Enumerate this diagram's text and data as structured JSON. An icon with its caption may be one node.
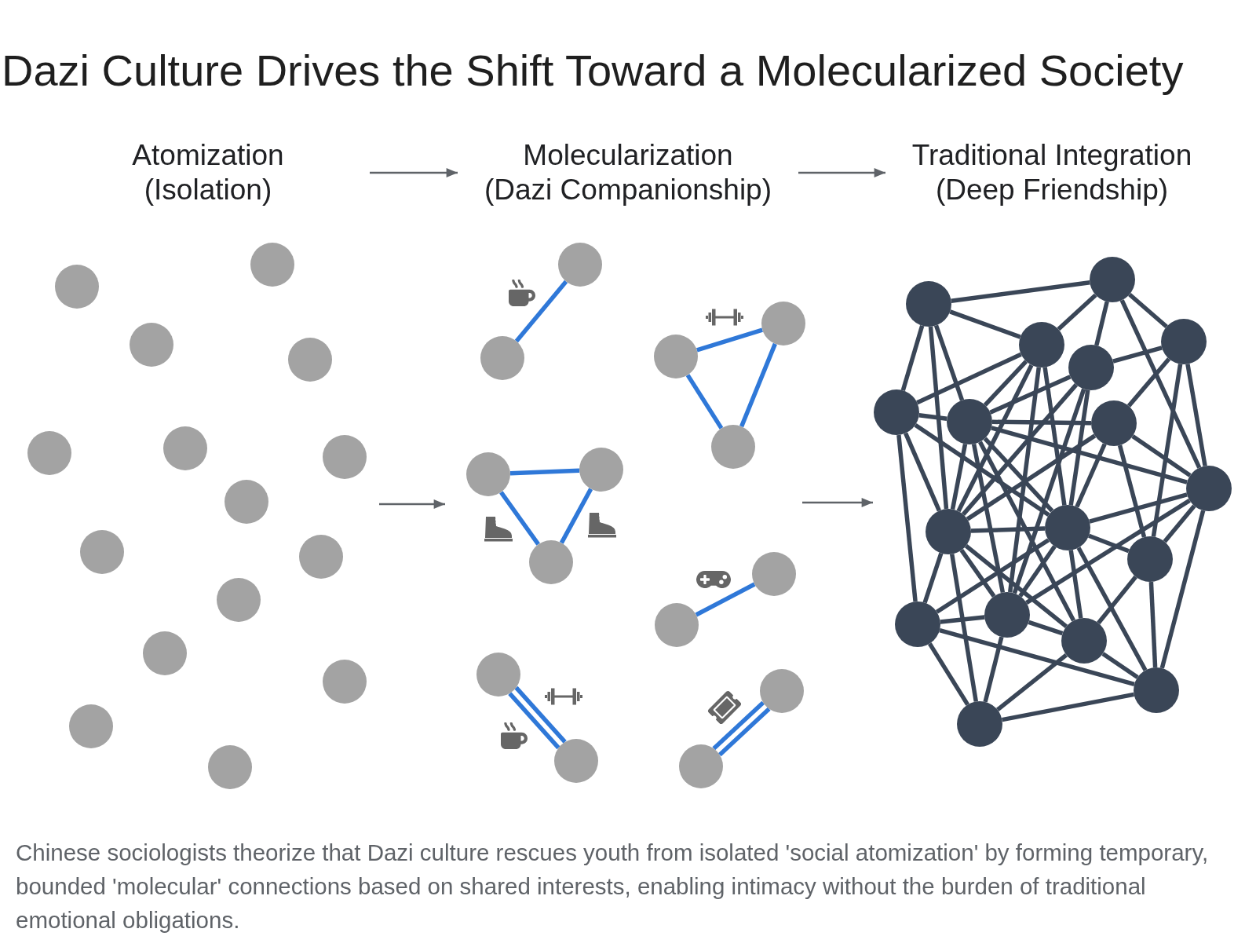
{
  "diagram": {
    "title": "Dazi Culture Drives the Shift Toward a Molecularized Society",
    "caption": "Chinese sociologists theorize that Dazi culture rescues youth from isolated 'social atomization' by forming temporary, bounded 'molecular' connections based on shared interests, enabling intimacy without the burden of traditional emotional obligations.",
    "nodes": [
      {
        "text": [
          "Atomization",
          "(Isolation)"
        ]
      },
      {
        "text": [
          "Molecularization",
          "(Dazi Companionship)"
        ]
      },
      {
        "text": [
          "Traditional Integration",
          "(Deep Friendship)"
        ]
      },
      {
        "text": [],
        "shape": "circle"
      },
      {
        "text": [],
        "shape": "circle"
      },
      {
        "text": [],
        "shape": "circle"
      },
      {
        "text": [],
        "shape": "circle"
      },
      {
        "text": [],
        "shape": "circle"
      },
      {
        "text": [],
        "shape": "circle"
      },
      {
        "text": [],
        "shape": "circle"
      },
      {
        "text": [],
        "shape": "circle"
      },
      {
        "text": [],
        "shape": "circle"
      },
      {
        "text": [],
        "shape": "circle"
      },
      {
        "text": [],
        "shape": "circle"
      },
      {
        "text": [],
        "shape": "circle"
      },
      {
        "text": [],
        "shape": "circle"
      },
      {
        "text": [],
        "shape": "circle"
      },
      {
        "text": [],
        "shape": "circle"
      },
      {
        "text": [],
        "shape": "circle"
      },
      {
        "text": [],
        "shape": "circle"
      },
      {
        "text": [],
        "shape": "circle"
      },
      {
        "text": [],
        "shape": "circle"
      },
      {
        "text": [],
        "shape": "circle"
      },
      {
        "text": [],
        "shape": "circle"
      },
      {
        "text": [],
        "shape": "circle"
      },
      {
        "text": [],
        "shape": "circle"
      },
      {
        "text": [],
        "shape": "circle"
      },
      {
        "text": [],
        "shape": "circle"
      },
      {
        "text": [],
        "shape": "circle"
      },
      {
        "text": [],
        "shape": "circle"
      },
      {
        "text": [],
        "shape": "circle"
      },
      {
        "text": [],
        "shape": "circle"
      },
      {
        "text": [],
        "shape": "circle"
      },
      {
        "text": [],
        "shape": "circle"
      },
      {
        "text": [],
        "shape": "circle"
      },
      {
        "text": [],
        "shape": "circle"
      },
      {
        "text": [],
        "shape": "circle"
      },
      {
        "text": [],
        "shape": "circle"
      },
      {
        "text": [],
        "shape": "circle"
      },
      {
        "text": [],
        "shape": "circle"
      },
      {
        "text": [],
        "shape": "circle"
      },
      {
        "text": [],
        "shape": "circle"
      },
      {
        "text": [],
        "shape": "circle"
      },
      {
        "text": [],
        "shape": "circle"
      },
      {
        "text": [],
        "shape": "circle"
      },
      {
        "text": [],
        "shape": "circle"
      },
      {
        "text": [],
        "shape": "circle"
      },
      {
        "text": [],
        "shape": "circle"
      },
      {
        "text": [],
        "shape": "circle"
      }
    ],
    "edges": [
      {
        "from": 0,
        "to": 1,
        "arrow": "to",
        "color": "#5f6368"
      },
      {
        "from": 1,
        "to": 2,
        "arrow": "to",
        "color": "#5f6368"
      },
      {
        "from": 18,
        "to": 19,
        "arrow": "none",
        "color": "#2f78d8"
      },
      {
        "from": 20,
        "to": 21,
        "arrow": "none",
        "color": "#2f78d8"
      },
      {
        "from": 21,
        "to": 22,
        "arrow": "none",
        "color": "#2f78d8"
      },
      {
        "from": 20,
        "to": 22,
        "arrow": "none",
        "color": "#2f78d8"
      },
      {
        "from": 23,
        "to": 24,
        "arrow": "none",
        "color": "#2f78d8"
      },
      {
        "from": 23,
        "to": 25,
        "arrow": "none",
        "color": "#2f78d8"
      },
      {
        "from": 24,
        "to": 25,
        "arrow": "none",
        "color": "#2f78d8"
      },
      {
        "from": 26,
        "to": 27,
        "arrow": "none",
        "color": "#2f78d8"
      },
      {
        "from": 28,
        "to": 29,
        "arrow": "none",
        "color": "#2f78d8"
      },
      {
        "from": 28,
        "to": 29,
        "arrow": "none",
        "color": "#2f78d8"
      },
      {
        "from": 30,
        "to": 31,
        "arrow": "none",
        "color": "#2f78d8"
      },
      {
        "from": 30,
        "to": 31,
        "arrow": "none",
        "color": "#2f78d8"
      },
      {
        "from": 32,
        "to": 33,
        "arrow": "none"
      },
      {
        "from": 32,
        "to": 34,
        "arrow": "none"
      },
      {
        "from": 32,
        "to": 37,
        "arrow": "none"
      },
      {
        "from": 32,
        "to": 38,
        "arrow": "none"
      },
      {
        "from": 32,
        "to": 41,
        "arrow": "none"
      },
      {
        "from": 33,
        "to": 34,
        "arrow": "none"
      },
      {
        "from": 33,
        "to": 35,
        "arrow": "none"
      },
      {
        "from": 33,
        "to": 36,
        "arrow": "none"
      },
      {
        "from": 33,
        "to": 40,
        "arrow": "none"
      },
      {
        "from": 34,
        "to": 37,
        "arrow": "none"
      },
      {
        "from": 34,
        "to": 38,
        "arrow": "none"
      },
      {
        "from": 34,
        "to": 41,
        "arrow": "none"
      },
      {
        "from": 34,
        "to": 42,
        "arrow": "none"
      },
      {
        "from": 34,
        "to": 45,
        "arrow": "none"
      },
      {
        "from": 35,
        "to": 36,
        "arrow": "none"
      },
      {
        "from": 35,
        "to": 38,
        "arrow": "none"
      },
      {
        "from": 35,
        "to": 41,
        "arrow": "none"
      },
      {
        "from": 35,
        "to": 42,
        "arrow": "none"
      },
      {
        "from": 35,
        "to": 45,
        "arrow": "none"
      },
      {
        "from": 36,
        "to": 39,
        "arrow": "none"
      },
      {
        "from": 36,
        "to": 40,
        "arrow": "none"
      },
      {
        "from": 36,
        "to": 43,
        "arrow": "none"
      },
      {
        "from": 37,
        "to": 38,
        "arrow": "none"
      },
      {
        "from": 37,
        "to": 41,
        "arrow": "none"
      },
      {
        "from": 37,
        "to": 44,
        "arrow": "none"
      },
      {
        "from": 37,
        "to": 42,
        "arrow": "none"
      },
      {
        "from": 38,
        "to": 39,
        "arrow": "none"
      },
      {
        "from": 38,
        "to": 40,
        "arrow": "none"
      },
      {
        "from": 38,
        "to": 41,
        "arrow": "none"
      },
      {
        "from": 38,
        "to": 42,
        "arrow": "none"
      },
      {
        "from": 38,
        "to": 45,
        "arrow": "none"
      },
      {
        "from": 38,
        "to": 46,
        "arrow": "none"
      },
      {
        "from": 39,
        "to": 40,
        "arrow": "none"
      },
      {
        "from": 39,
        "to": 41,
        "arrow": "none"
      },
      {
        "from": 39,
        "to": 42,
        "arrow": "none"
      },
      {
        "from": 39,
        "to": 43,
        "arrow": "none"
      },
      {
        "from": 40,
        "to": 42,
        "arrow": "none"
      },
      {
        "from": 40,
        "to": 43,
        "arrow": "none"
      },
      {
        "from": 40,
        "to": 45,
        "arrow": "none"
      },
      {
        "from": 40,
        "to": 47,
        "arrow": "none"
      },
      {
        "from": 41,
        "to": 42,
        "arrow": "none"
      },
      {
        "from": 41,
        "to": 44,
        "arrow": "none"
      },
      {
        "from": 41,
        "to": 45,
        "arrow": "none"
      },
      {
        "from": 41,
        "to": 46,
        "arrow": "none"
      },
      {
        "from": 41,
        "to": 48,
        "arrow": "none"
      },
      {
        "from": 42,
        "to": 43,
        "arrow": "none"
      },
      {
        "from": 42,
        "to": 44,
        "arrow": "none"
      },
      {
        "from": 42,
        "to": 45,
        "arrow": "none"
      },
      {
        "from": 42,
        "to": 46,
        "arrow": "none"
      },
      {
        "from": 42,
        "to": 47,
        "arrow": "none"
      },
      {
        "from": 43,
        "to": 46,
        "arrow": "none"
      },
      {
        "from": 43,
        "to": 47,
        "arrow": "none"
      },
      {
        "from": 44,
        "to": 45,
        "arrow": "none"
      },
      {
        "from": 44,
        "to": 47,
        "arrow": "none"
      },
      {
        "from": 44,
        "to": 48,
        "arrow": "none"
      },
      {
        "from": 45,
        "to": 46,
        "arrow": "none"
      },
      {
        "from": 45,
        "to": 48,
        "arrow": "none"
      },
      {
        "from": 46,
        "to": 47,
        "arrow": "none"
      },
      {
        "from": 46,
        "to": 48,
        "arrow": "none"
      },
      {
        "from": 47,
        "to": 48,
        "arrow": "none"
      }
    ]
  }
}
